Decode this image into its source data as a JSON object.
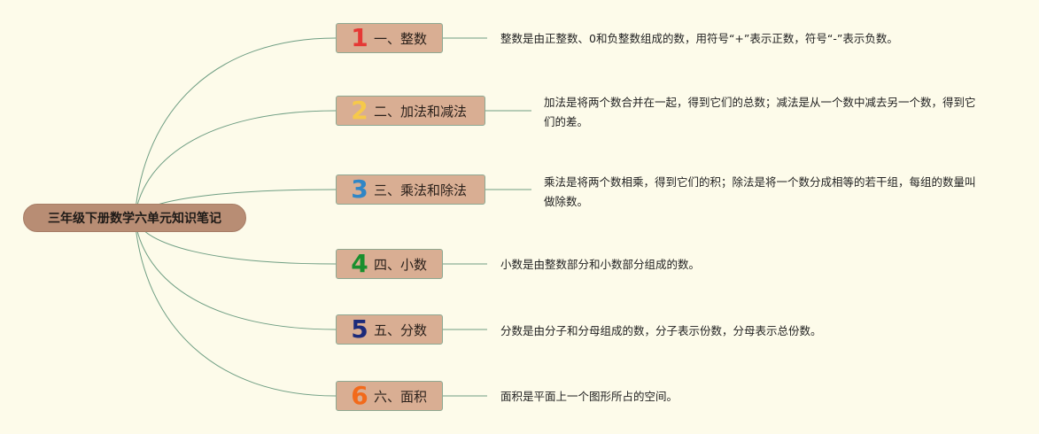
{
  "root": {
    "title": "三年级下册数学六单元知识笔记"
  },
  "branches": [
    {
      "number": "1",
      "number_color": "#e53935",
      "label": "一、整数",
      "description": "整数是由正整数、0和负整数组成的数，用符号“+”表示正数，符号“-”表示负数。"
    },
    {
      "number": "2",
      "number_color": "#f6c94a",
      "label": "二、加法和减法",
      "description": "加法是将两个数合并在一起，得到它们的总数；减法是从一个数中减去另一个数，得到它们的差。"
    },
    {
      "number": "3",
      "number_color": "#2f86c6",
      "label": "三、乘法和除法",
      "description": "乘法是将两个数相乘，得到它们的积；除法是将一个数分成相等的若干组，每组的数量叫做除数。"
    },
    {
      "number": "4",
      "number_color": "#1a8f2e",
      "label": "四、小数",
      "description": "小数是由整数部分和小数部分组成的数。"
    },
    {
      "number": "5",
      "number_color": "#1c2a7a",
      "label": "五、分数",
      "description": "分数是由分子和分母组成的数，分子表示份数，分母表示总份数。"
    },
    {
      "number": "6",
      "number_color": "#f26a1b",
      "label": "六、面积",
      "description": "面积是平面上一个图形所占的空间。"
    }
  ],
  "colors": {
    "background": "#fdfbea",
    "root_fill": "#b88d74",
    "branch_fill": "#d9ae93",
    "branch_border": "#8ea892",
    "connector": "#6f9e83"
  }
}
